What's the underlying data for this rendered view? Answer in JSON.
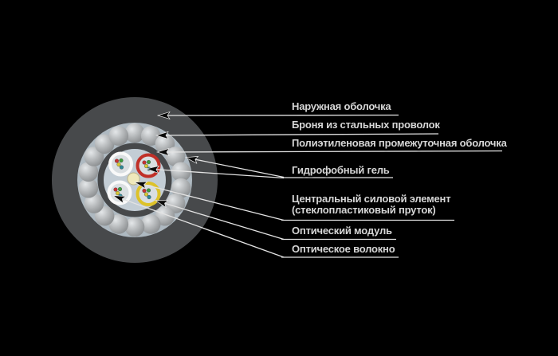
{
  "page": {
    "background": "#000000"
  },
  "diagram": {
    "labels": [
      {
        "text": "Наружная оболочка"
      },
      {
        "text": "Броня из стальных проволок"
      },
      {
        "text": "Полиэтиленовая промежуточная оболочка"
      },
      {
        "text": "Гидрофобный гель"
      },
      {
        "text": "Центральный силовой элемент",
        "text2": "(стеклопластиковый пруток)"
      },
      {
        "text": "Оптический модуль"
      },
      {
        "text": "Оптическое волокно"
      }
    ],
    "colors": {
      "background": "#000000",
      "outer_sheath": "#47494b",
      "armor_band_gel": "#aeb9c1",
      "intermediate_sheath": "#46484a",
      "core_gel": "#c3cdd5",
      "tube_interior": "#d9dee1",
      "tube_white": "#f9f9f9",
      "tube_red": "#c03028",
      "tube_yellow": "#ddc229",
      "central_element": "#efe9bb",
      "central_element_edge": "#bdb486",
      "fiber_red": "#c83232",
      "fiber_green": "#3c9b3c",
      "fiber_yellow": "#d8c832",
      "fiber_teal": "#2e8896",
      "line": "#e3e3e3",
      "arrowhead": "#0a0a0a",
      "label_text": "#d6d6d6"
    },
    "armor_wire_count": 18,
    "tubes": [
      {
        "position": "top-left",
        "color_name": "white"
      },
      {
        "position": "top-right",
        "color_name": "red"
      },
      {
        "position": "bottom-left",
        "color_name": "white"
      },
      {
        "position": "bottom-right",
        "color_name": "yellow"
      }
    ],
    "fibers_per_tube": 4,
    "fiber_dot_colors": [
      "fiber_red",
      "fiber_green",
      "fiber_yellow",
      "fiber_teal"
    ]
  }
}
